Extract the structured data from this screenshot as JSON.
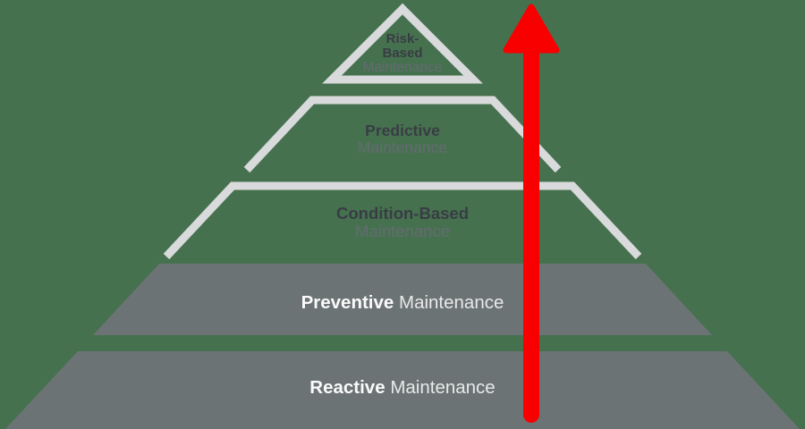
{
  "diagram": {
    "type": "pyramid",
    "subject": "maintenance-maturity",
    "tiers": [
      {
        "level": 5,
        "line1": "Risk-",
        "line2": "Based",
        "rest": "Maintenance",
        "style": "outlined"
      },
      {
        "level": 4,
        "bold": "Predictive",
        "rest": "Maintenance",
        "style": "outlined"
      },
      {
        "level": 3,
        "bold": "Condition-Based",
        "rest": "Maintenance",
        "style": "outlined"
      },
      {
        "level": 2,
        "bold": "Preventive",
        "rest": "Maintenance",
        "style": "filled"
      },
      {
        "level": 1,
        "bold": "Reactive",
        "rest": "Maintenance",
        "style": "filled"
      }
    ],
    "arrow": {
      "direction": "up",
      "color": "#F80000"
    },
    "colors": {
      "background": "#46714F",
      "outline": "#D9DADC",
      "tier_fill": "#6C7374",
      "text_dark": "#383D44",
      "text_gray": "#646B71",
      "text_white": "#FAFAFA"
    }
  }
}
